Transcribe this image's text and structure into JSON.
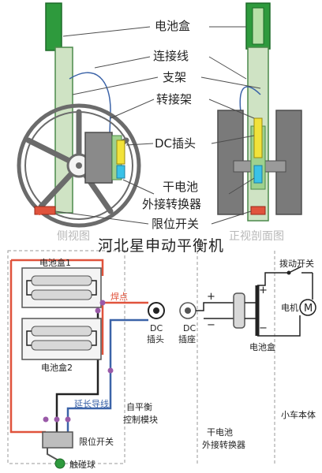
{
  "top": {
    "labels": {
      "battery_box": "电池盒",
      "connecting_wire": "连接线",
      "bracket": "支架",
      "adapter_frame": "转接架",
      "dc_plug": "DC插头",
      "dry_cell_adapter_line1": "干电池",
      "dry_cell_adapter_line2": "外接转换器",
      "limit_switch": "限位开关"
    },
    "side_view": "侧视图",
    "section_view": "正视剖面图"
  },
  "caption": "河北星申动平衡机",
  "bottom": {
    "battery_box_1": "电池盒1",
    "battery_box_2": "电池盒2",
    "solder_point": "焊点",
    "dc_plug_line1": "DC",
    "dc_plug_line2": "插头",
    "dc_socket_line1": "DC",
    "dc_socket_line2": "插座",
    "extension_wire": "延长导线",
    "self_balance_line1": "自平衡",
    "self_balance_line2": "控制模块",
    "limit_switch": "限位开关",
    "touch_ball": "触碰球",
    "adapter_line1": "干电池",
    "adapter_line2": "外接转换器",
    "battery_box": "电池盒",
    "toggle_switch": "拨动开关",
    "motor": "电机",
    "motor_symbol": "M",
    "car_body": "小车本体",
    "plus": "+",
    "minus": "−"
  },
  "colors": {
    "frame_green": "#cfe3c4",
    "frame_stroke": "#4b8a4b",
    "wire_red": "#e0533c",
    "wire_blue": "#3b63a8",
    "node_purple": "#9a5aa8",
    "wheel_gray": "#6b6b6b",
    "block_yellow": "#f2e23a",
    "block_cyan": "#39c2e8",
    "label_text": "#222222"
  }
}
